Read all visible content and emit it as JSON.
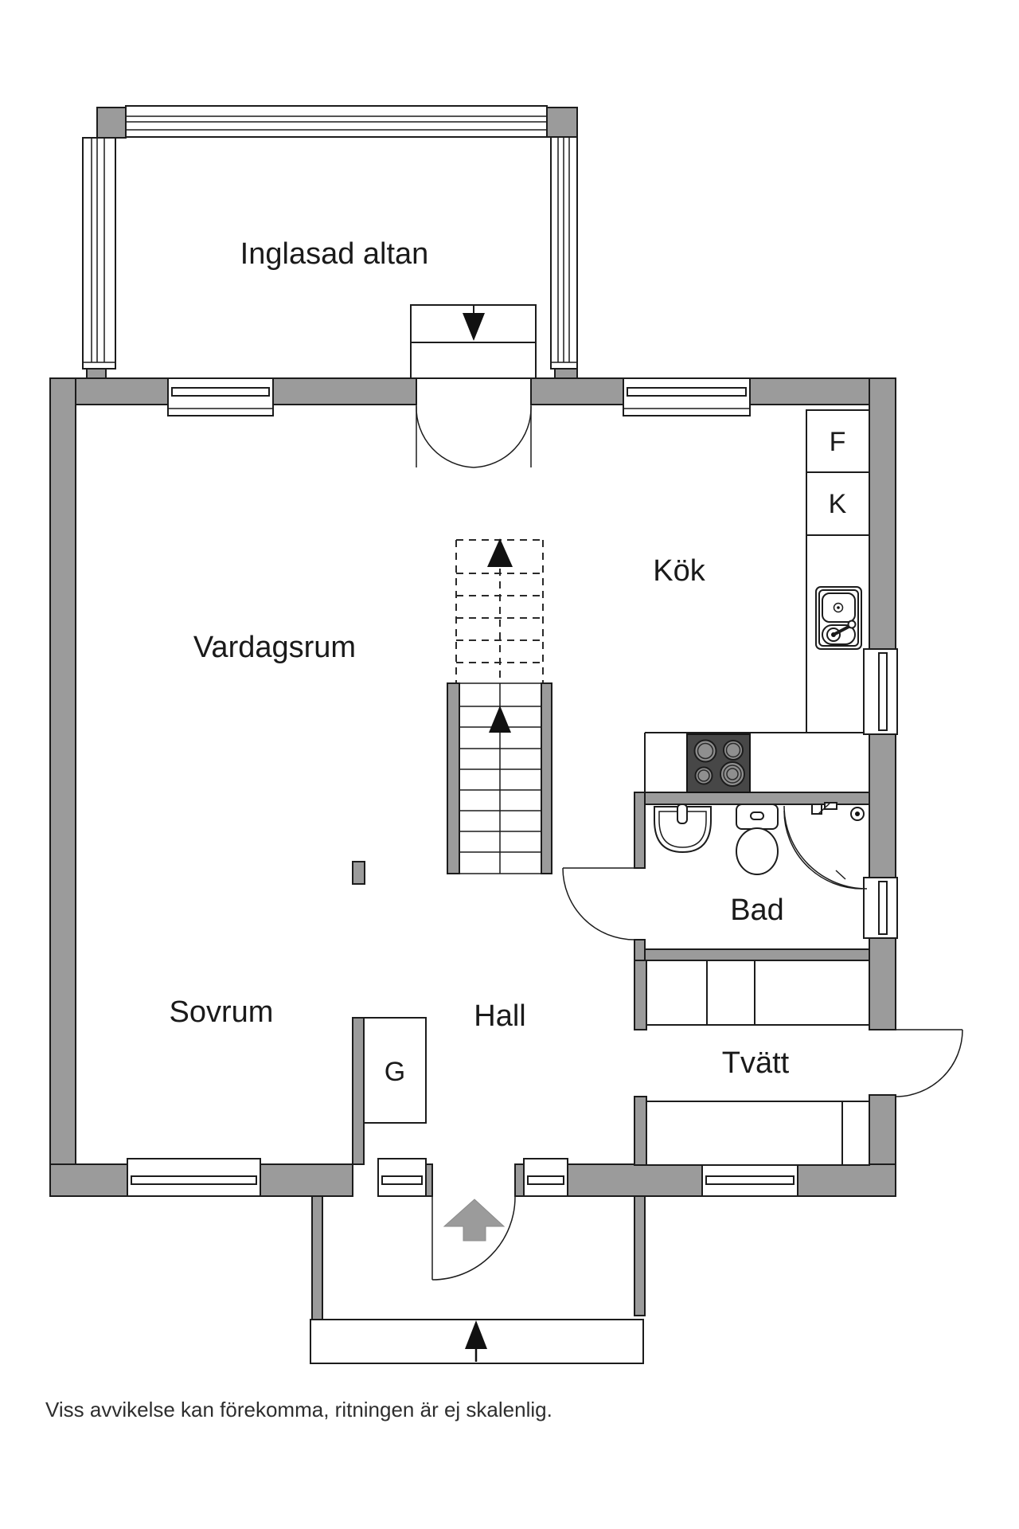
{
  "rooms": {
    "glazed_patio": "Inglasad altan",
    "living_room": "Vardagsrum",
    "kitchen": "Kök",
    "bathroom": "Bad",
    "bedroom": "Sovrum",
    "hall": "Hall",
    "laundry": "Tvätt"
  },
  "appliances": {
    "fridge": "F",
    "freezer": "K",
    "wardrobe": "G"
  },
  "footer": {
    "note": "Viss avvikelse kan förekomma, ritningen är ej skalenlig."
  },
  "symbols": [
    "stairs-up-arrow-icon",
    "stairs-dashed-upper-flight",
    "entry-direction-arrow-icon",
    "steps-down-arrow-icon",
    "outdoor-steps-arrow-icon",
    "sink-icon",
    "stove-icon",
    "washbasin-icon",
    "toilet-icon",
    "shower-icon",
    "double-door-swing-icon",
    "door-swing-icon",
    "window-symbol"
  ],
  "colors": {
    "background": "#ffffff",
    "wall_fill": "#9b9b9b",
    "line": "#1c1c1c",
    "stove_fill": "#474747",
    "label_text": "#1a1a1a",
    "footer_text": "#2e2e2e"
  }
}
